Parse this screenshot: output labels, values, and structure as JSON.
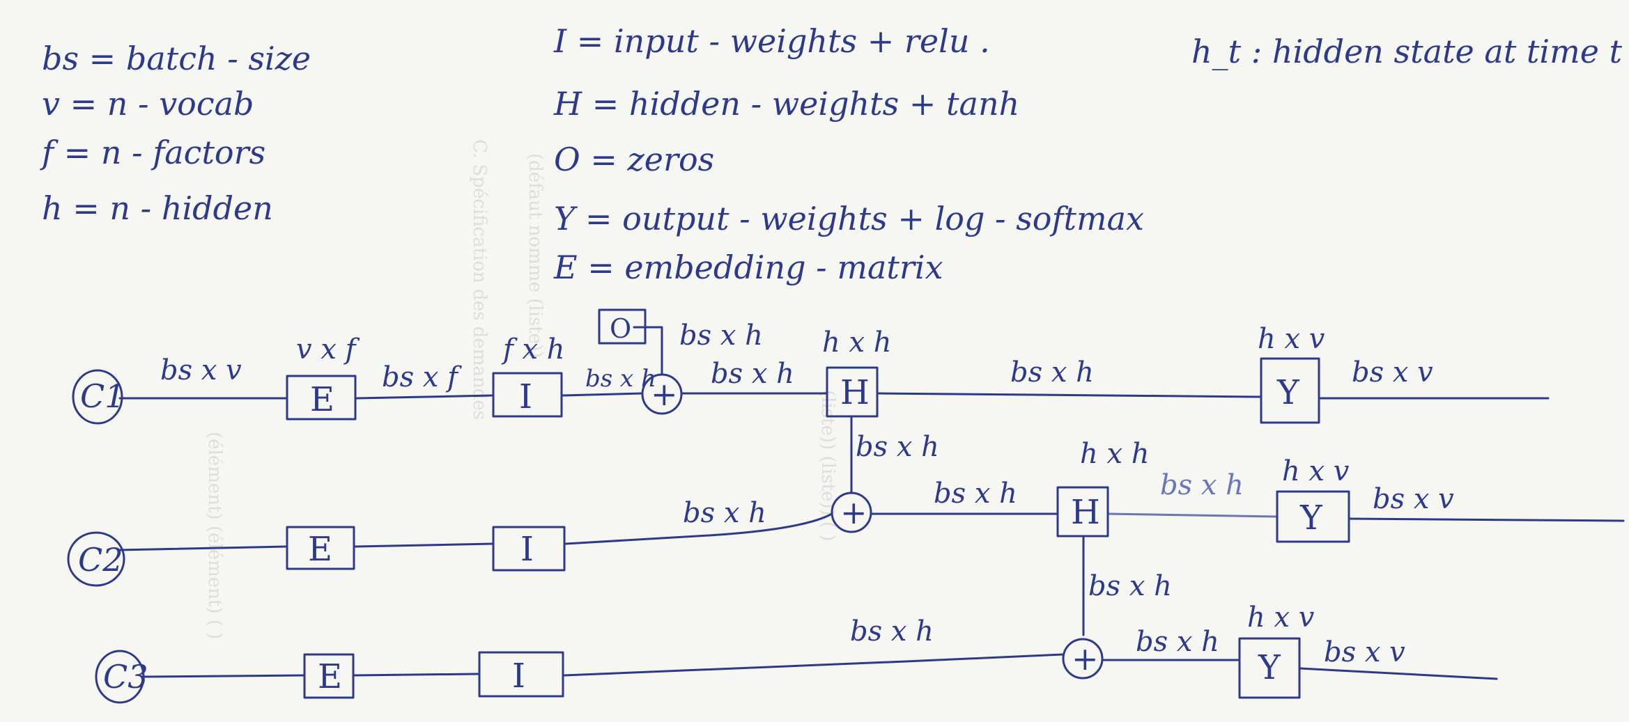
{
  "legend_left": [
    "bs = batch - size",
    "v = n - vocab",
    "f = n - factors",
    "h = n - hidden"
  ],
  "legend_middle": [
    "I = input - weights + relu .",
    "H = hidden - weights + tanh",
    "O = zeros",
    "Y = output - weights + log - softmax",
    "E = embedding - matrix"
  ],
  "legend_right": "h_t : hidden state at time t",
  "nodes": {
    "c1": "C1",
    "c2": "C2",
    "c3": "C3",
    "E": "E",
    "I": "I",
    "H": "H",
    "Y": "Y",
    "O": "O",
    "plus": "+"
  },
  "edge_labels": {
    "bs_x_v": "bs x v",
    "bs_x_f": "bs x f",
    "bs_x_h": "bs x h"
  },
  "shape_labels": {
    "v_x_f": "v x f",
    "f_x_h": "f x h",
    "h_x_h": "h x h",
    "h_x_v": "h x v"
  },
  "colors": {
    "ink": "#2d3a8c",
    "paper": "#f6f6f2"
  }
}
